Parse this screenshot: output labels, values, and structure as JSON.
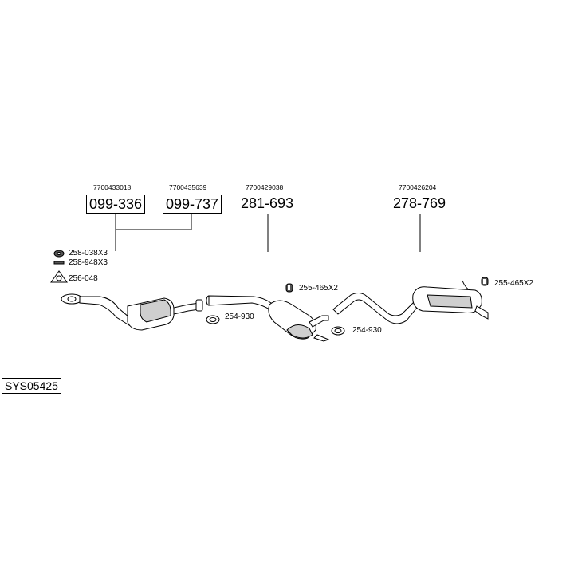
{
  "system_code": "SYS05425",
  "parts": [
    {
      "oem": "7700433018",
      "code": "099-336"
    },
    {
      "oem": "7700435639",
      "code": "099-737"
    },
    {
      "oem": "7700429038",
      "code": "281-693"
    },
    {
      "oem": "7700426204",
      "code": "278-769"
    }
  ],
  "accessories": [
    {
      "label": "258-038X3",
      "icon": "rubber-mount-icon"
    },
    {
      "label": "258-948X3",
      "icon": "bolt-icon"
    },
    {
      "label": "256-048",
      "icon": "gasket-icon"
    },
    {
      "label": "255-465X2",
      "icon": "hanger-icon"
    },
    {
      "label": "254-930",
      "icon": "clamp-icon"
    },
    {
      "label": "254-930",
      "icon": "clamp-icon"
    },
    {
      "label": "255-465X2",
      "icon": "hanger-icon"
    }
  ],
  "colors": {
    "line": "#000000",
    "fill": "#ffffff",
    "shade": "#cfcfcf"
  }
}
